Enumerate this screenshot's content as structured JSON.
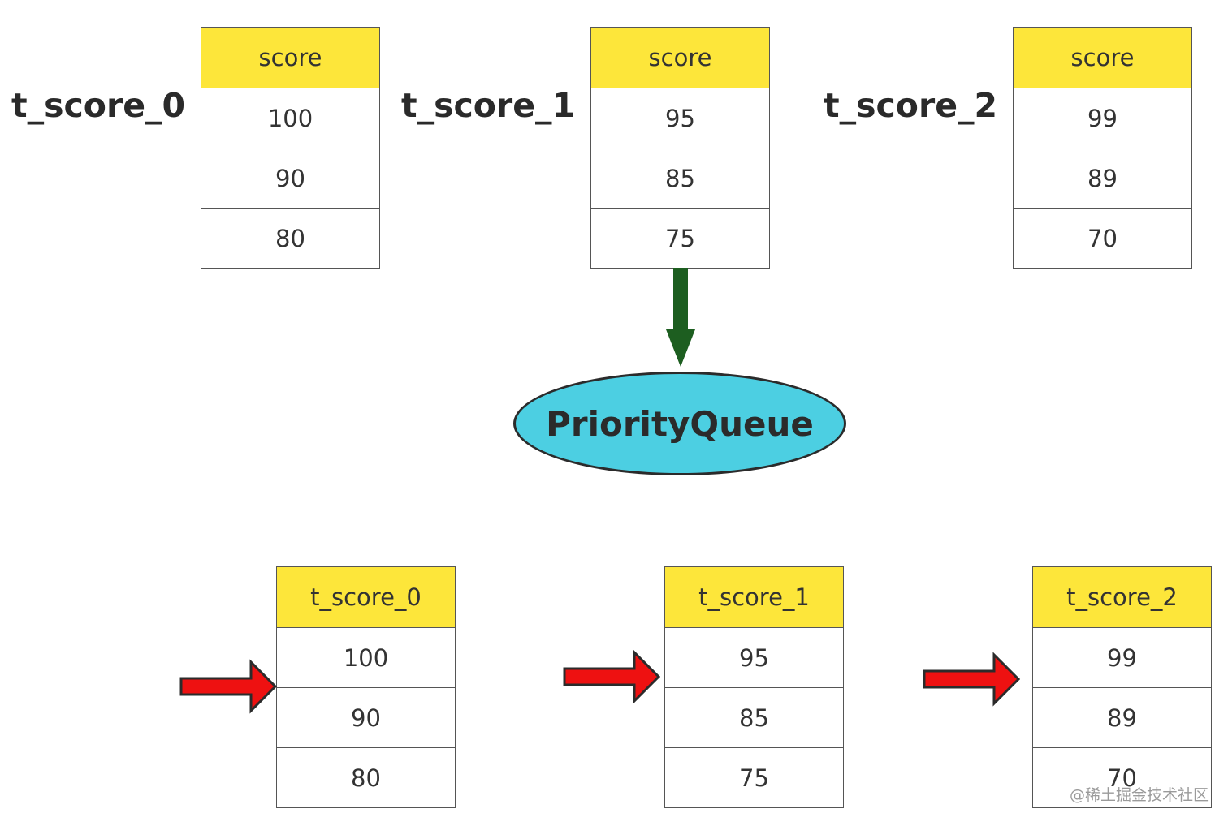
{
  "source_tables": [
    {
      "label": "t_score_0",
      "header": "score",
      "rows": [
        "100",
        "90",
        "80"
      ]
    },
    {
      "label": "t_score_1",
      "header": "score",
      "rows": [
        "95",
        "85",
        "75"
      ]
    },
    {
      "label": "t_score_2",
      "header": "score",
      "rows": [
        "99",
        "89",
        "70"
      ]
    }
  ],
  "queue": {
    "label": "PriorityQueue"
  },
  "result_tables": [
    {
      "header": "t_score_0",
      "rows": [
        "100",
        "90",
        "80"
      ]
    },
    {
      "header": "t_score_1",
      "rows": [
        "95",
        "85",
        "75"
      ]
    },
    {
      "header": "t_score_2",
      "rows": [
        "99",
        "89",
        "70"
      ]
    }
  ],
  "watermark": "@稀土掘金技术社区",
  "colors": {
    "header_fill": "#fde63a",
    "queue_fill": "#4ccfe2",
    "flow_arrow": "#1d5e20",
    "pointer_arrow": "#ee1111"
  }
}
